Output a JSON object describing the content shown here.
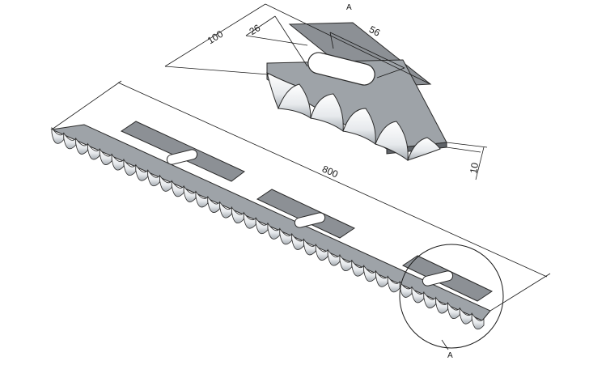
{
  "drawing": {
    "detail_label": "A",
    "dimensions": {
      "overall_length": "800",
      "width": "10",
      "slot_spacing": "100",
      "slot_offset": "26",
      "slot_length": "56"
    }
  },
  "colors": {
    "plate": "#8c9095",
    "plate_dark": "#5f6368",
    "plate_light": "#b8bcc0",
    "tooth_face": "#f2f4f6",
    "tooth_shade": "#9aa0a6",
    "line": "#1a1a1a"
  }
}
